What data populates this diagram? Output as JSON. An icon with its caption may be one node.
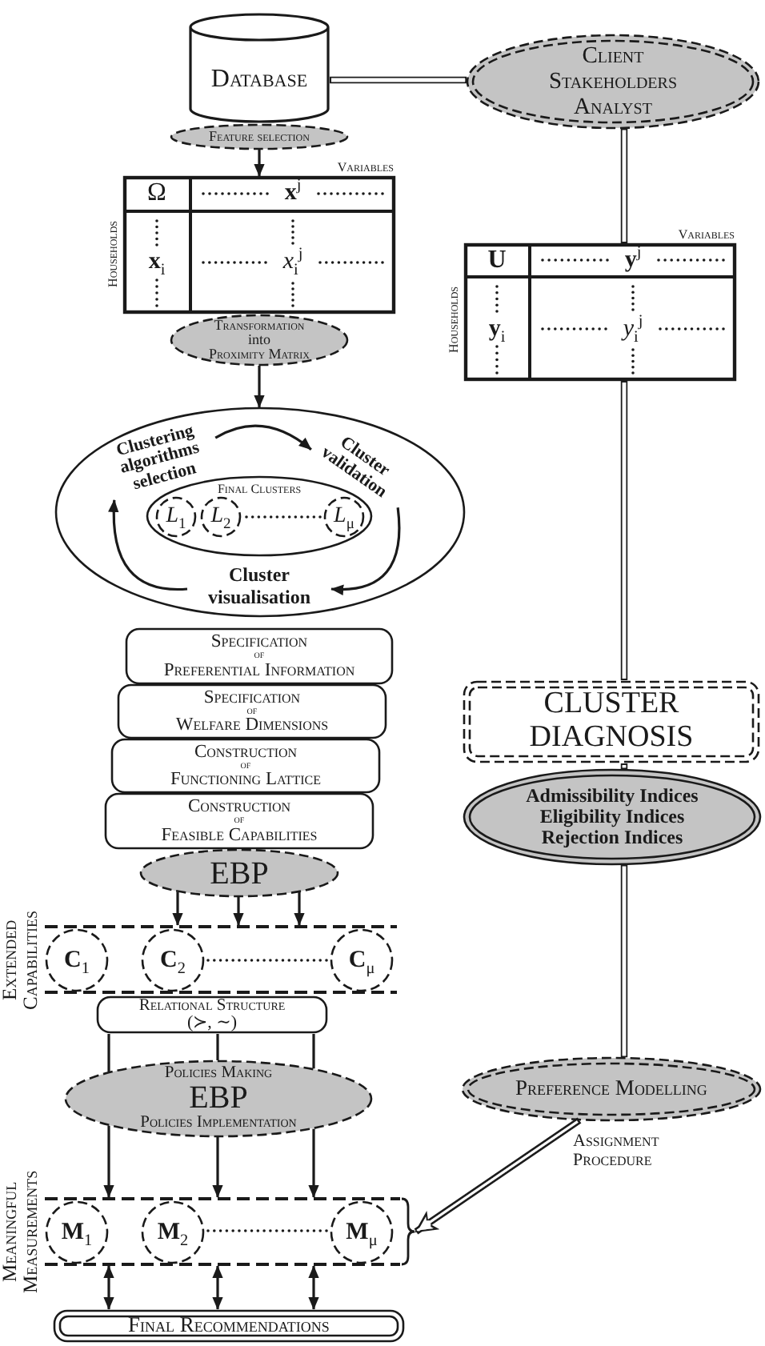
{
  "diagram": {
    "nodes": [
      {
        "text": [
          "Database"
        ]
      },
      {
        "text": [
          "Client Stakeholders Analyst"
        ]
      },
      {
        "text": [
          "Feature selection"
        ]
      },
      {
        "text": [
          "Variables",
          "Households",
          "Ω",
          "**x**$^{j}$",
          "**x**$_{i}$",
          "*x*$_{i}$$^{j}$"
        ]
      },
      {
        "text": [
          "Variables",
          "Households",
          "**U**",
          "**y**$^{j}$",
          "**y**$_{i}$",
          "*y*$_{i}$$^{j}$"
        ]
      },
      {
        "text": [
          "Transformation",
          "into",
          "Proximity Matrix"
        ]
      },
      {
        "text": [],
        "shape": "ellipse"
      },
      {
        "text": [
          "Clustering algorithms selection"
        ],
        "in": 6
      },
      {
        "text": [
          "Cluster validation"
        ],
        "in": 6
      },
      {
        "text": [
          "Final Clusters"
        ],
        "in": 6
      },
      {
        "text": [
          "*L*$_{1}$"
        ],
        "in": 9
      },
      {
        "text": [
          "*L*$_{2}$"
        ],
        "in": 9
      },
      {
        "text": [
          "*L*$_{μ}$"
        ],
        "in": 9
      },
      {
        "text": [
          "Cluster visualisation"
        ],
        "in": 6
      },
      {
        "text": [
          "Specification",
          "of",
          "Preferential Information"
        ]
      },
      {
        "text": [
          "Specification",
          "of",
          "Welfare Dimensions"
        ]
      },
      {
        "text": [
          "Construction",
          "of",
          "Functioning Lattice"
        ]
      },
      {
        "text": [
          "Construction",
          "of",
          "Feasible Capabilities"
        ]
      },
      {
        "text": [
          "CLUSTER DIAGNOSIS"
        ]
      },
      {
        "text": [
          "Admissibility Indices",
          "Eligibility Indices",
          "Rejection Indices"
        ]
      },
      {
        "text": [
          "EBP"
        ]
      },
      {
        "text": [
          "Extended Capabilities"
        ]
      },
      {
        "text": [
          "**C**$_{1}$"
        ],
        "in": 21
      },
      {
        "text": [
          "**C**$_{2}$"
        ],
        "in": 21
      },
      {
        "text": [
          "**C**$_{μ}$"
        ],
        "in": 21
      },
      {
        "text": [
          "Relational Structure",
          "(≻, ∼)"
        ]
      },
      {
        "text": [
          "Policies Making",
          "EBP",
          "Policies Implementation"
        ]
      },
      {
        "text": [
          "Preference Modelling"
        ]
      },
      {
        "text": [
          "Meaningful Measurements"
        ]
      },
      {
        "text": [
          "**M**$_{1}$"
        ],
        "in": 28
      },
      {
        "text": [
          "**M**$_{2}$"
        ],
        "in": 28
      },
      {
        "text": [
          "**M**$_{μ}$"
        ],
        "in": 28
      },
      {
        "text": [
          "Final Recommendations"
        ]
      }
    ],
    "edges": [
      {
        "from": 0,
        "to": 1,
        "arrow": "none",
        "style": "thick"
      },
      {
        "from": 2,
        "to": 3,
        "arrow": "to"
      },
      {
        "from": 1,
        "to": 4,
        "arrow": "none",
        "style": "thick"
      },
      {
        "from": 5,
        "to": 6,
        "arrow": "to"
      },
      {
        "from": 7,
        "to": 8,
        "arrow": "to"
      },
      {
        "from": 8,
        "to": 13,
        "arrow": "to"
      },
      {
        "from": 13,
        "to": 7,
        "arrow": "to"
      },
      {
        "from": 4,
        "to": 18,
        "arrow": "none",
        "style": "thick"
      },
      {
        "from": 18,
        "to": 19,
        "arrow": "none",
        "style": "thick"
      },
      {
        "from": 19,
        "to": 27,
        "arrow": "none",
        "style": "thick"
      },
      {
        "from": 20,
        "to": 21,
        "arrow": "to"
      },
      {
        "from": 20,
        "to": 21,
        "arrow": "to"
      },
      {
        "from": 20,
        "to": 21,
        "arrow": "to"
      },
      {
        "from": 25,
        "to": 26,
        "arrow": "none"
      },
      {
        "from": 25,
        "to": 26,
        "arrow": "none"
      },
      {
        "from": 25,
        "to": 26,
        "arrow": "none"
      },
      {
        "from": 26,
        "to": 28,
        "arrow": "to"
      },
      {
        "from": 26,
        "to": 28,
        "arrow": "to"
      },
      {
        "from": 26,
        "to": 28,
        "arrow": "to"
      },
      {
        "from": 28,
        "to": 32,
        "arrow": "both"
      },
      {
        "from": 28,
        "to": 32,
        "arrow": "both"
      },
      {
        "from": 28,
        "to": 32,
        "arrow": "both"
      },
      {
        "from": 27,
        "to": 28,
        "arrow": "to",
        "style": "thick",
        "label": "Assignment Procedure"
      }
    ]
  }
}
